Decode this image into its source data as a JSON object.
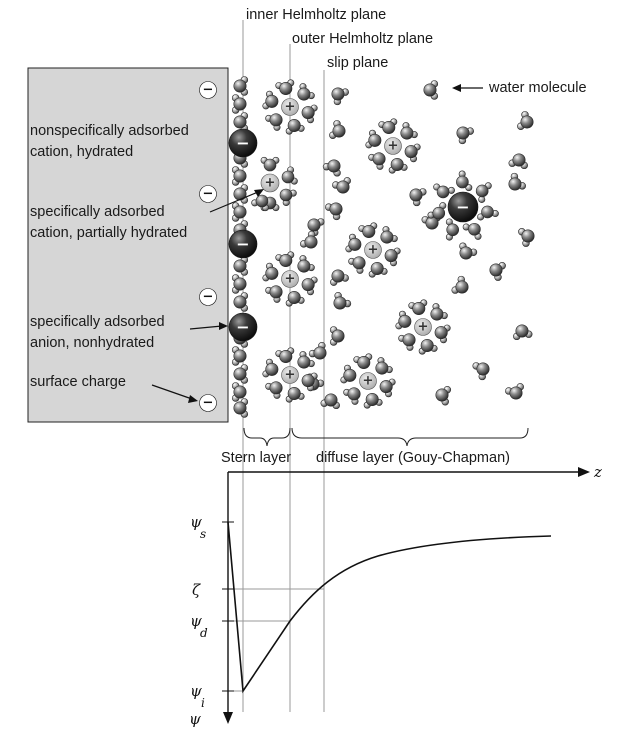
{
  "planes": {
    "inner": "inner Helmholtz plane",
    "outer": "outer Helmholtz plane",
    "slip": "slip plane"
  },
  "water_molecule_label": "water molecule",
  "electrode_labels": {
    "nonspecific": [
      "nonspecifically adsorbed",
      "cation, hydrated"
    ],
    "specific_cation": [
      "specifically adsorbed",
      "cation, partially hydrated"
    ],
    "specific_anion": [
      "specifically adsorbed",
      "anion, nonhydrated"
    ],
    "surface_charge": "surface charge"
  },
  "layers": {
    "stern": "Stern layer",
    "diffuse": "diffuse layer (Gouy-Chapman)"
  },
  "axis": {
    "x_symbol": "z",
    "y_symbol": "ψ"
  },
  "potential_labels": [
    {
      "sym": "ψ",
      "sub": "s"
    },
    {
      "sym": "ζ",
      "sub": ""
    },
    {
      "sym": "ψ",
      "sub": "d"
    },
    {
      "sym": "ψ",
      "sub": "i"
    }
  ],
  "symbols": {
    "minus": "−",
    "plus": "+"
  },
  "colors": {
    "electrode_fill": "#d6d6d6",
    "ion_dark": "#2a2a2a",
    "ion_plus": "#b8b8b8",
    "molecule": "#6d6d6d"
  }
}
